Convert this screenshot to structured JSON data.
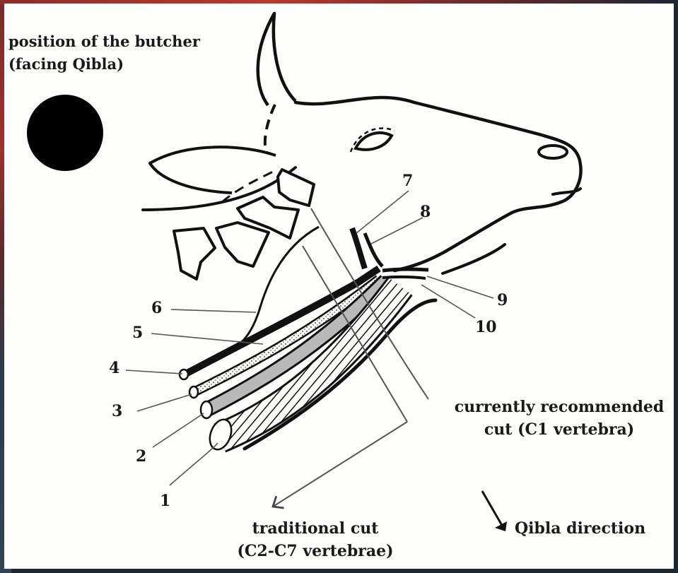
{
  "butcher": {
    "line1": "position of the butcher",
    "line2": "(facing Qibla)"
  },
  "labels": {
    "n1": "1",
    "n2": "2",
    "n3": "3",
    "n4": "4",
    "n5": "5",
    "n6": "6",
    "n7": "7",
    "n8": "8",
    "n9": "9",
    "n10": "10"
  },
  "current_cut": {
    "line1": "currently recommended",
    "line2": "cut (C1 vertebra)"
  },
  "traditional_cut": {
    "line1": "traditional cut",
    "line2": "(C2-C7 vertebrae)"
  },
  "qibla": {
    "label": "Qibla direction",
    "icon": "arrow-down-right"
  },
  "colors": {
    "ink": "#111111",
    "paper": "#fdfdfb",
    "background": "#1c2733",
    "vessel_fill": "#b9b9b9",
    "marker_fill": "#000000"
  }
}
